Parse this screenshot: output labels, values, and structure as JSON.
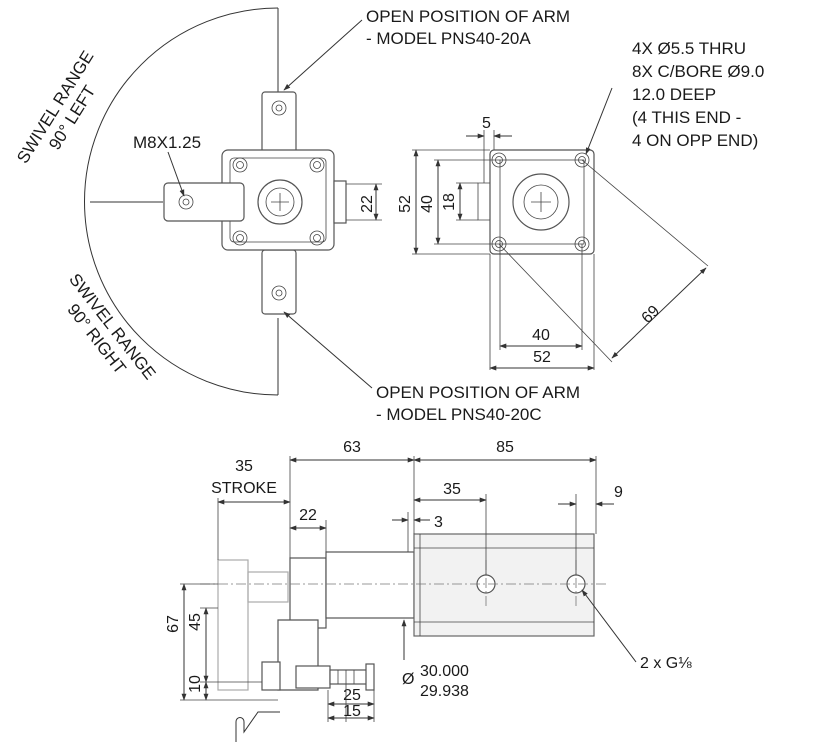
{
  "top_view": {
    "swivel_left_line1": "SWIVEL RANGE",
    "swivel_left_line2": "90° LEFT",
    "swivel_right_line1": "SWIVEL RANGE",
    "swivel_right_line2": "90° RIGHT",
    "thread_label": "M8X1.25",
    "open_a_line1": "OPEN POSITION OF ARM",
    "open_a_line2": "- MODEL PNS40-20A",
    "open_c_line1": "OPEN POSITION OF ARM",
    "open_c_line2": "- MODEL PNS40-20C",
    "dim_22": "22"
  },
  "end_view": {
    "note_line1": "4X Ø5.5 THRU",
    "note_line2": "8X C/BORE Ø9.0",
    "note_line3": "12.0 DEEP",
    "note_line4": "(4 THIS END -",
    "note_line5": "4 ON OPP END)",
    "dim_5": "5",
    "dim_52_v": "52",
    "dim_40_v": "40",
    "dim_18": "18",
    "dim_40_h": "40",
    "dim_52_h": "52",
    "dim_69": "69"
  },
  "side_view": {
    "dim_63": "63",
    "dim_85": "85",
    "dim_35_stroke": "35",
    "stroke_label": "STROKE",
    "dim_22": "22",
    "dim_35": "35",
    "dim_9": "9",
    "dim_3": "3",
    "dim_67": "67",
    "dim_45": "45",
    "dim_10": "10",
    "dim_25": "25",
    "dim_15": "15",
    "tol_prefix": "Ø",
    "tol_upper": "30.000",
    "tol_lower": "29.938",
    "port_label": "2 x G⅛"
  }
}
